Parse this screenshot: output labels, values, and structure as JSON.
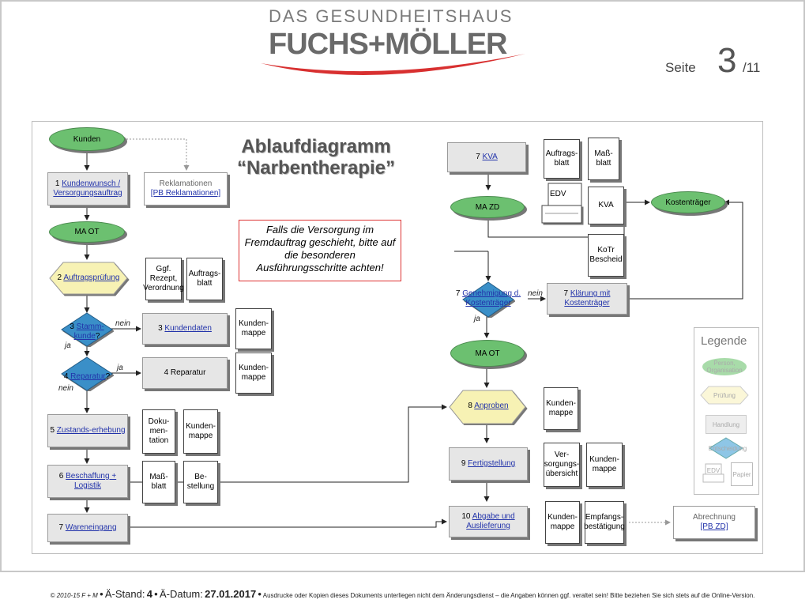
{
  "header": {
    "brand_line1": "DAS GESUNDHEITSHAUS",
    "brand_line2": "FUCHS+MÖLLER",
    "page_label": "Seite",
    "page_number": "3",
    "page_total": "/11"
  },
  "diagram": {
    "title_line1": "Ablaufdiagramm",
    "title_line2": "“Narbentherapie”",
    "note": "Falls die Versorgung im Fremdauftrag geschieht, bitte auf die besonderen Ausführungsschritte achten!",
    "left": {
      "kunden": "Kunden",
      "step1_num": "1",
      "step1_link": "Kundenwunsch / Versorgungsauftrag",
      "reklamationen": "Reklamationen",
      "reklamationen_link": "[PB Reklamationen]",
      "ma_ot": "MA OT",
      "step2_num": "2",
      "step2_link": "Auftragsprüfung",
      "doc_rezept": "Ggf. Rezept, Verordnung",
      "doc_auftragsblatt": "Auftrags-blatt",
      "step3q_num": "3",
      "step3q_link": "Stamm-kunde",
      "step3q_suffix": "?",
      "step3_num": "3",
      "step3_link": "Kundendaten",
      "doc_kundenmappe": "Kunden-mappe",
      "step4q_num": "4",
      "step4q_link": "Reparatur",
      "step4q_suffix": "?",
      "step4": "4 Reparatur",
      "step5_num": "5",
      "step5_link": "Zustands-erhebung",
      "doc_doku": "Doku-men-tation",
      "step6_num": "6",
      "step6_link": "Beschaffung + Logistik",
      "doc_massblatt": "Maß-blatt",
      "doc_bestellung": "Be-stellung",
      "step7_num": "7",
      "step7_link": "Wareneingang"
    },
    "right": {
      "kva_num": "7",
      "kva_link": "KVA",
      "doc_auftragsblatt": "Auftrags-blatt",
      "doc_massblatt": "Maß-blatt",
      "edv": "EDV",
      "doc_kva": "KVA",
      "kostentraeger": "Kostenträger",
      "ma_zd": "MA ZD",
      "doc_kotr": "KoTr Bescheid",
      "genehmigung_num": "7",
      "genehmigung_link": "Genehmigung d. Kostenträger",
      "klaerung_num": "7",
      "klaerung_link": "Klärung mit Kostenträger",
      "ma_ot": "MA OT",
      "step8_num": "8",
      "step8_link": "Anproben",
      "doc_kundenmappe": "Kunden-mappe",
      "step9_num": "9",
      "step9_link": "Fertigstellung",
      "doc_uebersicht": "Ver-sorgungs-übersicht",
      "step10_num": "10",
      "step10_link": "Abgabe und Auslieferung",
      "doc_empfang": "Empfangs-bestätigung",
      "abrechnung": "Abrechnung",
      "abrechnung_link": "[PB ZD]"
    },
    "labels": {
      "nein": "nein",
      "ja": "ja"
    }
  },
  "legend": {
    "title": "Legende",
    "person": "Person, Organisation",
    "pruefung": "Prüfung",
    "handlung": "Handlung",
    "entscheidung": "Entscheidung",
    "edv": "EDV",
    "papier": "Papier"
  },
  "footer": {
    "copyright": "© 2010-15 F + M",
    "stand_label": "Ä-Stand:",
    "stand_value": "4",
    "datum_label": "Ä-Datum:",
    "datum_value": "27.01.2017",
    "disclaimer": "Ausdrucke oder Kopien dieses Dokuments unterliegen nicht dem Änderungsdienst – die Angaben können ggf. veraltet sein! Bitte beziehen Sie sich stets auf die Online-Version."
  },
  "colors": {
    "person": "#6cc070",
    "pruefung": "#f7f2b4",
    "handlung": "#e6e6e6",
    "entscheidung": "#3a8fc8",
    "brand_swoosh": "#d83030",
    "note_border": "#d33333",
    "link": "#2233aa"
  }
}
